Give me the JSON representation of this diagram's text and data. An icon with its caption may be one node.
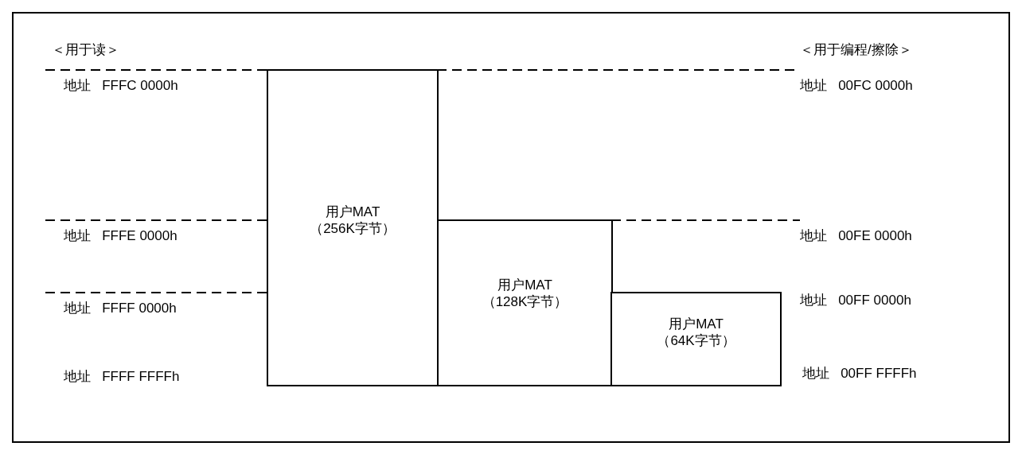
{
  "diagram": {
    "nodes": [
      {
        "text": [
          "用户MAT",
          "（256K字节）"
        ]
      },
      {
        "text": [
          "用户MAT",
          "（128K字节）"
        ]
      },
      {
        "text": [
          "用户MAT",
          "（64K字节）"
        ]
      }
    ],
    "labels": [
      "＜用于读＞",
      "＜用于编程/擦除＞",
      "地址 FFFC 0000h",
      "地址 00FC 0000h",
      "地址 FFFE 0000h",
      "地址 00FE 0000h",
      "地址 FFFF 0000h",
      "地址 00FF 0000h",
      "地址 FFFF FFFFh",
      "地址 00FF FFFFh"
    ]
  }
}
